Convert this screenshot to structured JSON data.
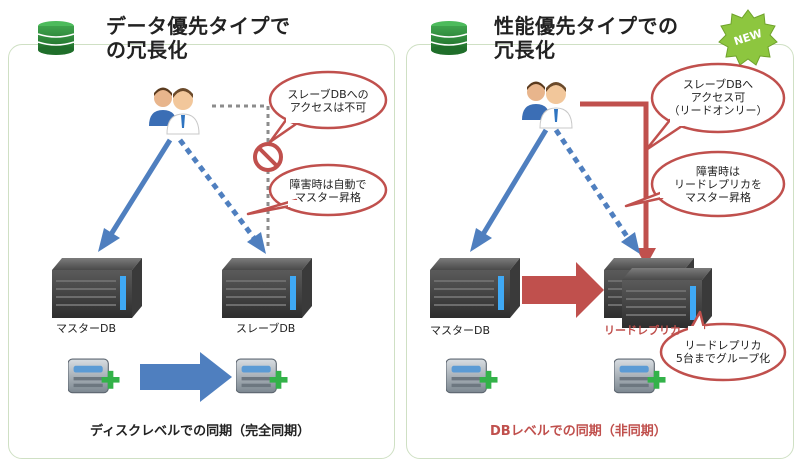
{
  "left_panel": {
    "title_line1": "データ優先タイプで",
    "title_line2": "の冗長化",
    "bubble_no_access": "スレーブDBへの\nアクセスは不可",
    "bubble_failover": "障害時は自動で\nマスター昇格",
    "master_label": "マスターDB",
    "slave_label": "スレーブDB",
    "caption": "ディスクレベルでの同期（完全同期）"
  },
  "right_panel": {
    "title_line1": "性能優先タイプでの",
    "title_line2": "冗長化",
    "badge": "NEW",
    "bubble_access": "スレーブDBへ\nアクセス可\n（リードオンリー）",
    "bubble_failover": "障害時は\nリードレプリカを\nマスター昇格",
    "bubble_group": "リードレプリカ\n5台までグループ化",
    "master_label": "マスターDB",
    "replica_label": "リードレプリカ",
    "caption": "DBレベルでの同期（非同期）"
  },
  "colors": {
    "blue_arrow": "#4f7fbf",
    "red_arrow": "#c0504d",
    "bubble_border": "#c0504d",
    "caption_red": "#c0504d",
    "db_icon_green": "#2e8b3a",
    "badge_green": "#8dc63f"
  }
}
